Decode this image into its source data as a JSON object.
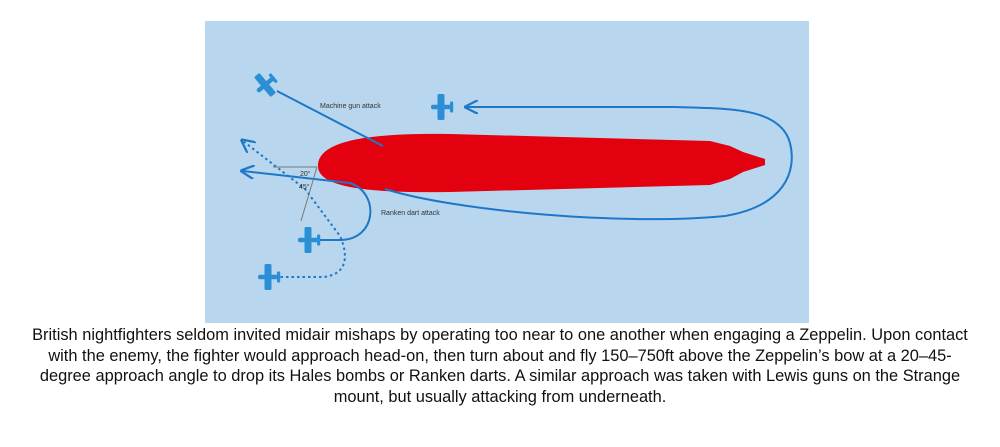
{
  "diagram": {
    "labels": {
      "machine_gun_attack": "Machine gun attack",
      "ranken_dart_attack": "Ranken dart attack",
      "angle_20": "20°",
      "angle_45": "45°"
    },
    "colors": {
      "background": "#b8d7ef",
      "zeppelin": "#e3000f",
      "path": "#1f77c7",
      "aircraft": "#2a8fd4"
    },
    "icons": [
      "biplane-icon",
      "zeppelin-silhouette"
    ]
  },
  "caption": {
    "text": "British nightfighters seldom invited midair mishaps by operating too near to one another when engaging a Zeppelin. Upon contact with the enemy, the fighter would approach head-on, then turn about and fly 150–750ft above the Zeppelin’s bow at a 20–45-degree approach angle to drop its Hales bombs or Ranken darts. A similar approach was taken with Lewis guns on the Strange mount, but usually attacking from underneath."
  }
}
